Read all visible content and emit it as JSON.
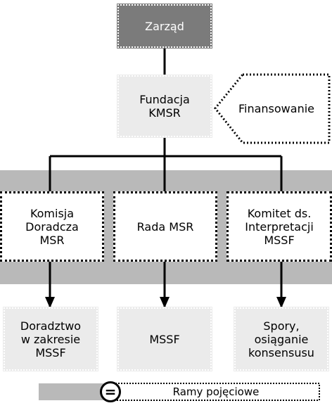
{
  "diagram": {
    "top": {
      "label": "Zarząd"
    },
    "foundation": {
      "lines": [
        "Fundacja",
        "KMSR"
      ]
    },
    "funding": {
      "label": "Finansowanie"
    },
    "middle": [
      {
        "lines": [
          "Komisja",
          "Doradcza",
          "MSR"
        ]
      },
      {
        "lines": [
          "Rada MSR"
        ]
      },
      {
        "lines": [
          "Komitet ds.",
          "Interpretacji",
          "MSSF"
        ]
      }
    ],
    "bottom": [
      {
        "lines": [
          "Doradztwo",
          "w zakresie",
          "MSSF"
        ]
      },
      {
        "lines": [
          "MSSF"
        ]
      },
      {
        "lines": [
          "Spory,",
          "osiąganie",
          "konsensusu"
        ]
      }
    ],
    "legend": {
      "symbol": "=",
      "label": "Ramy pojęciowe"
    }
  },
  "colors": {
    "dark_box": "#7b7b7b",
    "light_box": "#ebebeb",
    "band": "#b9b9b9",
    "line": "#000000"
  }
}
